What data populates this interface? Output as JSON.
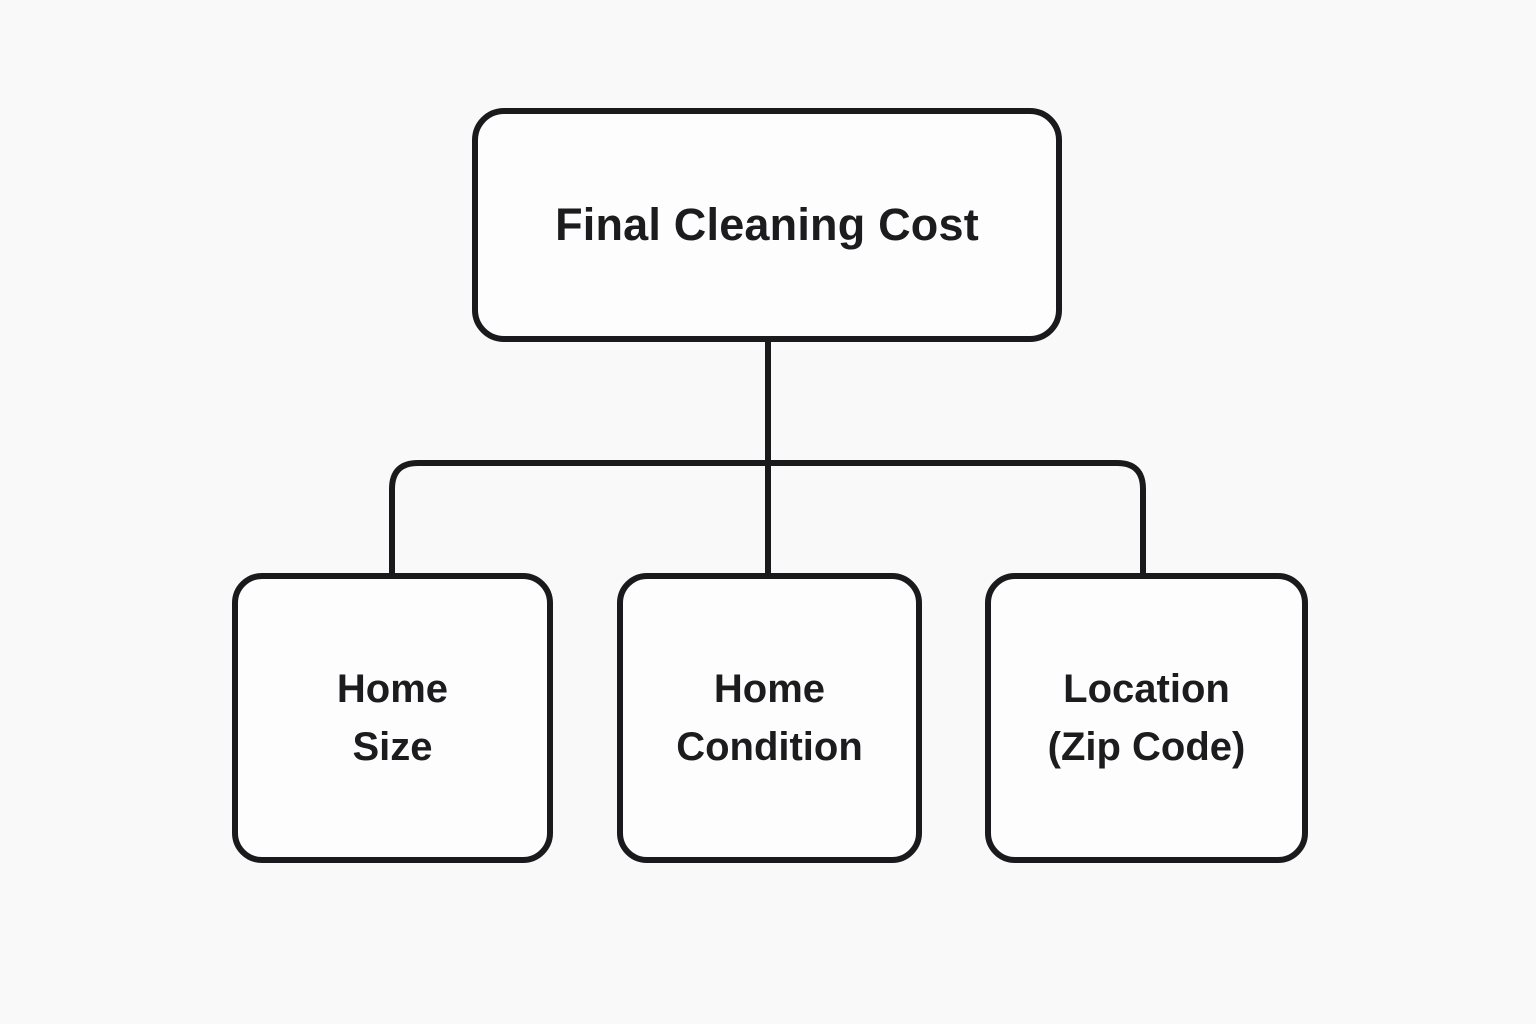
{
  "diagram": {
    "root": {
      "label": "Final Cleaning Cost"
    },
    "children": [
      {
        "lines": [
          "Home",
          "Size"
        ]
      },
      {
        "lines": [
          "Home",
          "Condition"
        ]
      },
      {
        "lines": [
          "Location",
          "(Zip Code)"
        ]
      }
    ],
    "colors": {
      "background": "#f9f9f9",
      "node_fill": "#fdfdfd",
      "line": "#1a1a1c",
      "text": "#1c1c1e"
    }
  }
}
